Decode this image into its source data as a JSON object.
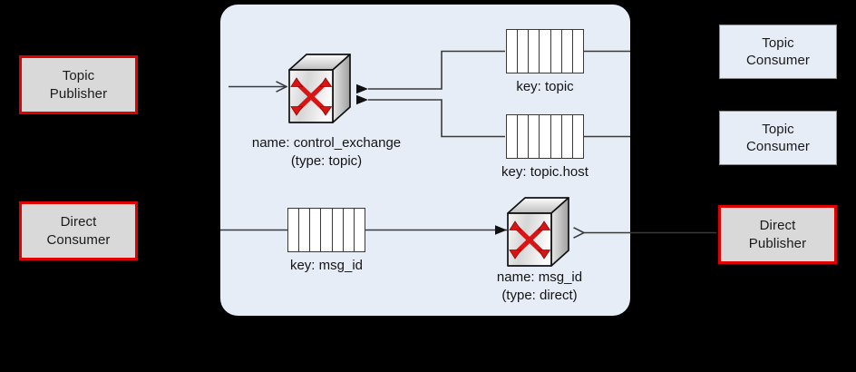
{
  "diagram": {
    "title": "AMQP message broker routing diagram",
    "background_color": "#000000",
    "panel": {
      "name": "broker-panel",
      "fill": "#e7edf7",
      "corner_radius": 19
    },
    "colors": {
      "publisher_border": "#e00000",
      "publisher_fill": "#d9d9d9",
      "consumer_fill": "#e7edf7",
      "consumer_border": "#8a8a8a",
      "exchange_arrow": "#e01b1b",
      "line": "#3a3a3a"
    }
  },
  "endpoints": {
    "topic_publisher": {
      "line1": "Topic",
      "line2": "Publisher"
    },
    "direct_consumer": {
      "line1": "Direct",
      "line2": "Consumer"
    },
    "topic_consumer_1": {
      "line1": "Topic",
      "line2": "Consumer"
    },
    "topic_consumer_2": {
      "line1": "Topic",
      "line2": "Consumer"
    },
    "direct_publisher": {
      "line1": "Direct",
      "line2": "Publisher"
    }
  },
  "exchanges": {
    "control_exchange": {
      "name_label": "name: control_exchange",
      "type_label": "(type: topic)",
      "icon": "exchange-switch-icon"
    },
    "msg_id_exchange": {
      "name_label": "name: msg_id",
      "type_label": "(type: direct)",
      "icon": "exchange-switch-icon"
    }
  },
  "queues": [
    {
      "id": "queue-topic",
      "label": "key: topic",
      "segments": 7
    },
    {
      "id": "queue-topic-host",
      "label": "key: topic.host",
      "segments": 7
    },
    {
      "id": "queue-msg-id",
      "label": "key: msg_id",
      "segments": 7
    }
  ],
  "connections": [
    {
      "id": "publisher-to-control-exchange",
      "from": "topic_publisher",
      "to": "control_exchange",
      "arrow": "open"
    },
    {
      "id": "queue-topic-to-control-exchange",
      "from": "queue-topic",
      "to": "control_exchange",
      "arrow": "filled"
    },
    {
      "id": "queue-topic-host-to-control-exchange",
      "from": "queue-topic-host",
      "to": "control_exchange",
      "arrow": "filled"
    },
    {
      "id": "queue-topic-to-consumer-1",
      "from": "queue-topic",
      "to": "topic_consumer_1",
      "arrow": "none"
    },
    {
      "id": "queue-topic-host-to-consumer-2",
      "from": "queue-topic-host",
      "to": "topic_consumer_2",
      "arrow": "none"
    },
    {
      "id": "direct-consumer-to-queue-msg-id",
      "from": "direct_consumer",
      "to": "queue-msg-id",
      "arrow": "none"
    },
    {
      "id": "queue-msg-id-to-msg-id-exchange",
      "from": "queue-msg-id",
      "to": "msg_id_exchange",
      "arrow": "filled"
    },
    {
      "id": "direct-publisher-to-msg-id-exchange",
      "from": "direct_publisher",
      "to": "msg_id_exchange",
      "arrow": "open"
    }
  ]
}
